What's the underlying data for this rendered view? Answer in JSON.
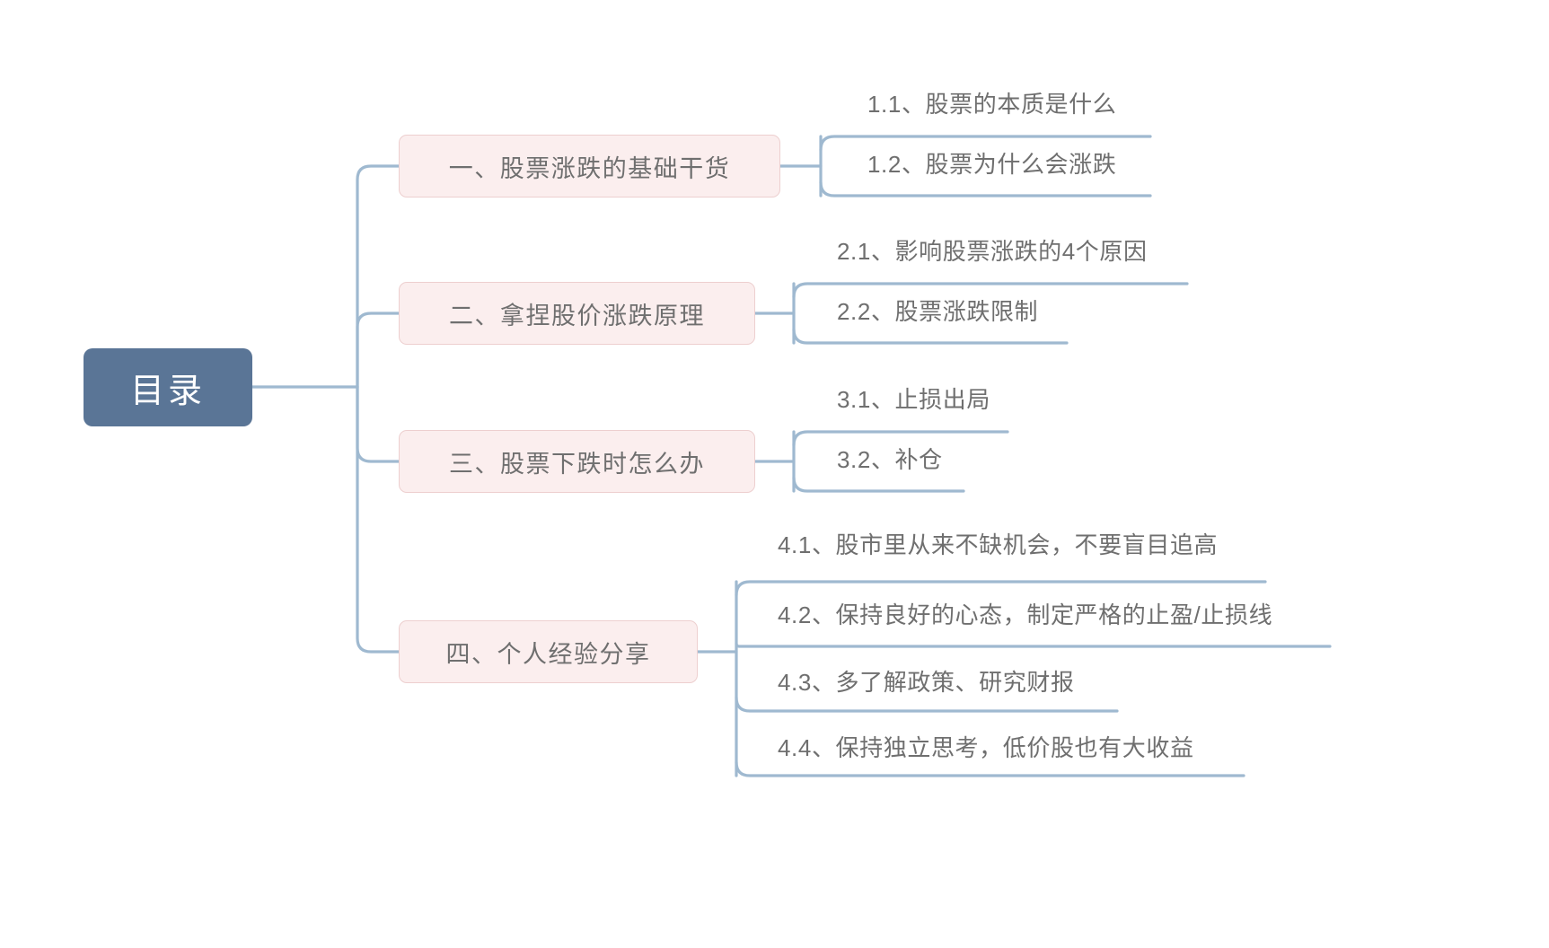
{
  "diagram": {
    "type": "mindmap",
    "title_node": "目录",
    "colors": {
      "root_fill": "#5a7596",
      "root_text": "#ffffff",
      "branch_fill": "#fbeeee",
      "branch_border": "#edcfcf",
      "branch_text": "#6f6f6f",
      "connector": "#9fb9d0",
      "leaf_text": "#6f6f6f",
      "background": "#ffffff"
    },
    "branches": [
      {
        "label": "一、股票涨跌的基础干货",
        "leaves": [
          "1.1、股票的本质是什么",
          "1.2、股票为什么会涨跌"
        ]
      },
      {
        "label": "二、拿捏股价涨跌原理",
        "leaves": [
          "2.1、影响股票涨跌的4个原因",
          "2.2、股票涨跌限制"
        ]
      },
      {
        "label": "三、股票下跌时怎么办",
        "leaves": [
          "3.1、止损出局",
          "3.2、补仓"
        ]
      },
      {
        "label": "四、个人经验分享",
        "leaves": [
          "4.1、股市里从来不缺机会，不要盲目追高",
          "4.2、保持良好的心态，制定严格的止盈/止损线",
          "4.3、多了解政策、研究财报",
          "4.4、保持独立思考，低价股也有大收益"
        ]
      }
    ]
  }
}
